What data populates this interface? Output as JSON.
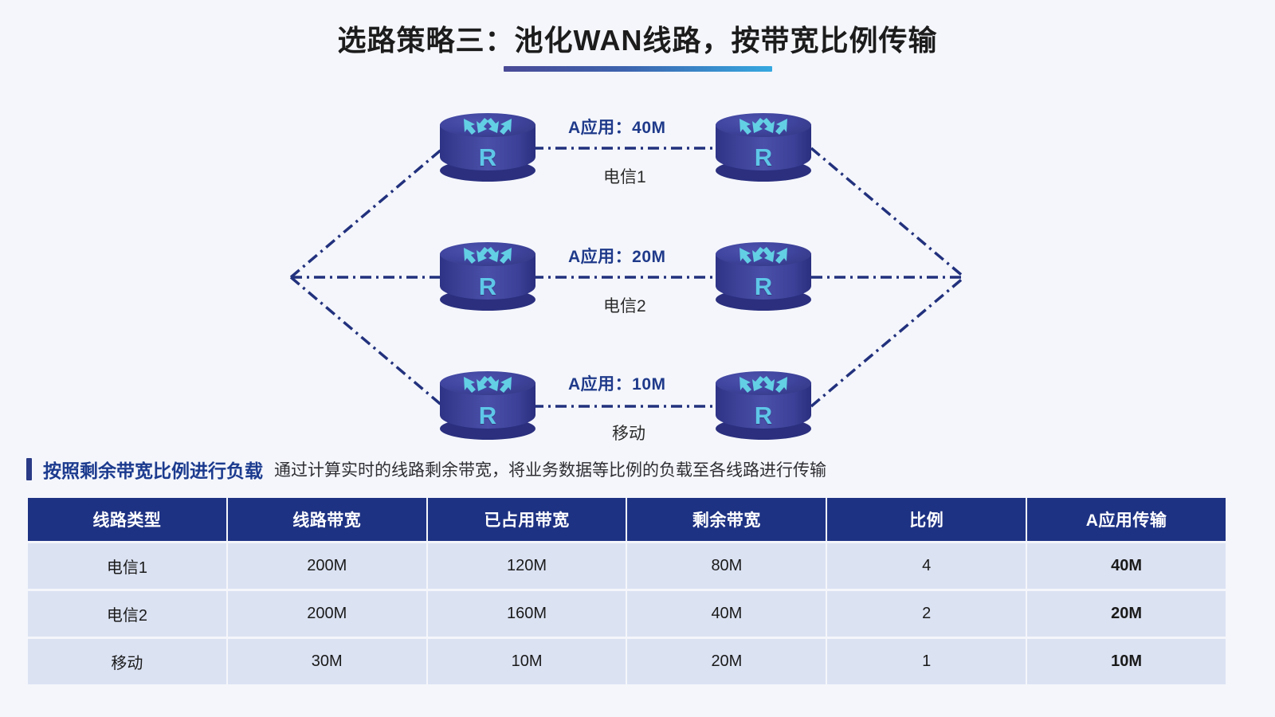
{
  "page": {
    "background": "#f4f6fb",
    "accent_dark": "#1e3283",
    "accent_light": "#35a8e0"
  },
  "title": {
    "text": "选路策略三：池化WAN线路，按带宽比例传输"
  },
  "diagram": {
    "router_label": "R",
    "router_icon": "router-arrows-icon",
    "links": [
      {
        "app_label": "A应用：40M",
        "line_name": "电信1"
      },
      {
        "app_label": "A应用：20M",
        "line_name": "电信2"
      },
      {
        "app_label": "A应用：10M",
        "line_name": "移动"
      }
    ]
  },
  "caption": {
    "strong": "按照剩余带宽比例进行负载",
    "text": "通过计算实时的线路剩余带宽，将业务数据等比例的负载至各线路进行传输"
  },
  "table": {
    "headers": [
      "线路类型",
      "线路带宽",
      "已占用带宽",
      "剩余带宽",
      "比例",
      "A应用传输"
    ],
    "rows": [
      {
        "cells": [
          "电信1",
          "200M",
          "120M",
          "80M",
          "4",
          "40M"
        ]
      },
      {
        "cells": [
          "电信2",
          "200M",
          "160M",
          "40M",
          "2",
          "20M"
        ]
      },
      {
        "cells": [
          "移动",
          "30M",
          "10M",
          "20M",
          "1",
          "10M"
        ]
      }
    ]
  }
}
